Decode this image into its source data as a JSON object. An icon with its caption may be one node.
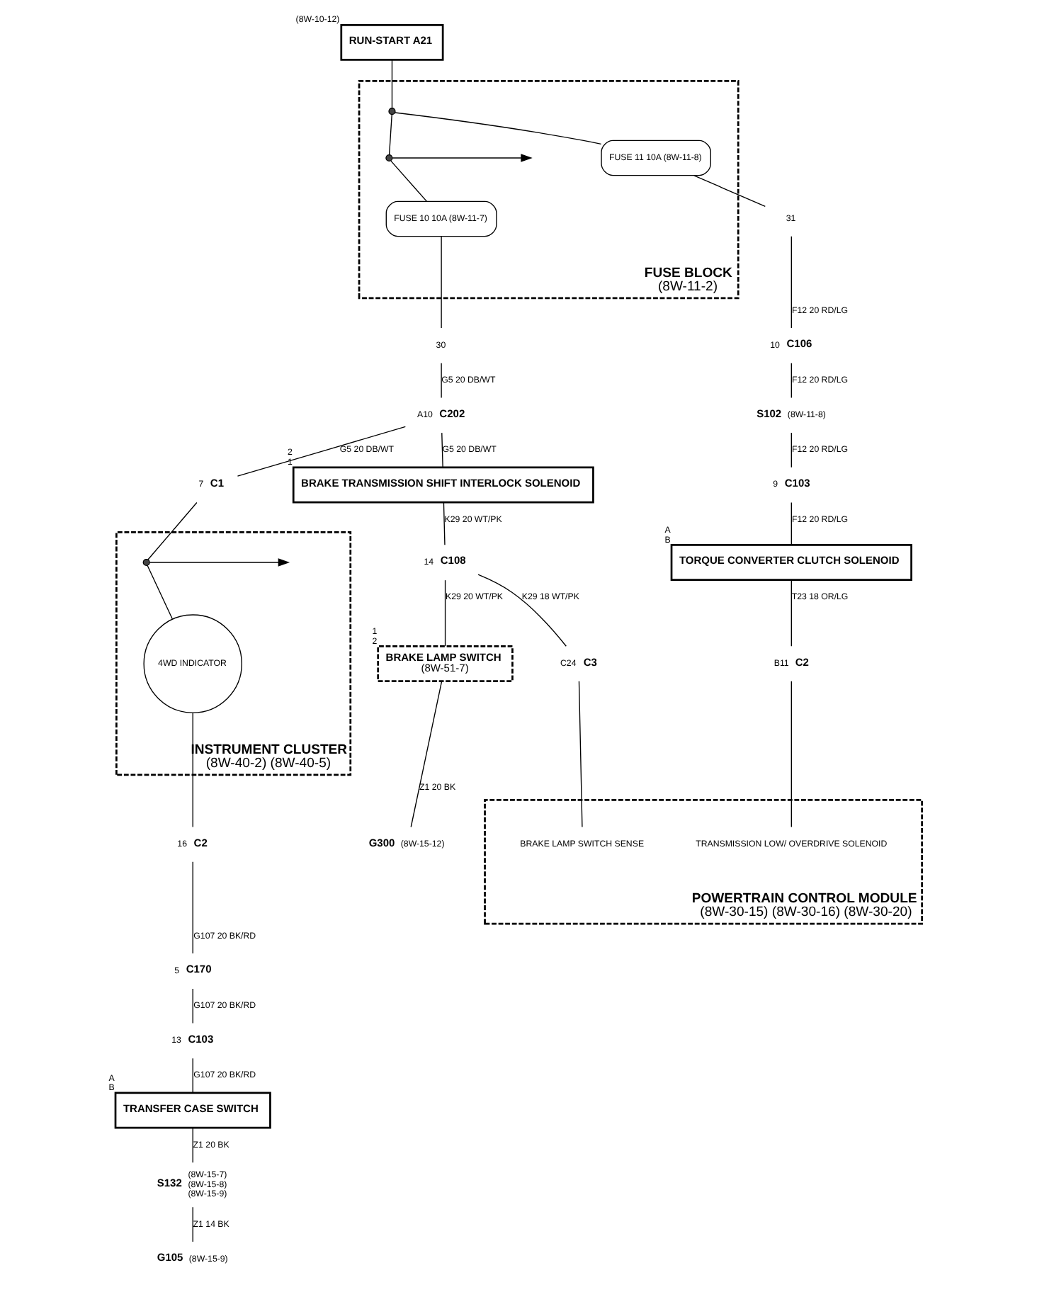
{
  "diagram": {
    "nodes": [
      {
        "text": [
          "RUN-START A21"
        ],
        "beside": [
          "(8W-10-12)"
        ]
      },
      {
        "text": [
          "FUSE BLOCK",
          "(8W-11-2)"
        ]
      },
      {
        "text": [],
        "shape": "circle",
        "in": 1
      },
      {
        "text": [],
        "shape": "circle",
        "in": 1
      },
      {
        "text": [
          "FUSE 11 10A (8W-11-8)"
        ],
        "in": 1
      },
      {
        "text": [
          "FUSE 10 10A (8W-11-7)"
        ],
        "in": 1
      },
      {
        "text": [
          "31"
        ]
      },
      {
        "text": [
          "30"
        ]
      },
      {
        "text": [
          "C106"
        ],
        "beside": [
          "10"
        ]
      },
      {
        "text": [
          "S102"
        ],
        "beside": [
          "(8W-11-8)"
        ]
      },
      {
        "text": [
          "C103"
        ],
        "beside": [
          "9"
        ]
      },
      {
        "text": [
          "TORQUE CONVERTER CLUTCH SOLENOID"
        ],
        "beside": [
          "A",
          "B"
        ]
      },
      {
        "text": [
          "C202"
        ],
        "beside": [
          "A10"
        ]
      },
      {
        "text": [
          "BRAKE TRANSMISSION SHIFT INTERLOCK SOLENOID"
        ],
        "beside": [
          "2",
          "1"
        ]
      },
      {
        "text": [
          "C108"
        ],
        "beside": [
          "14"
        ]
      },
      {
        "text": [
          "INSTRUMENT CLUSTER",
          "(8W-40-2) (8W-40-5)"
        ]
      },
      {
        "text": [
          "C1"
        ],
        "beside": [
          "7"
        ]
      },
      {
        "text": [],
        "shape": "circle",
        "in": 15
      },
      {
        "text": [
          "4WD INDICATOR"
        ],
        "in": 15
      },
      {
        "text": [
          "C2"
        ],
        "beside": [
          "16"
        ]
      },
      {
        "text": [
          "C170"
        ],
        "beside": [
          "5"
        ]
      },
      {
        "text": [
          "C103"
        ],
        "beside": [
          "13"
        ]
      },
      {
        "text": [
          "BRAKE LAMP SWITCH",
          "(8W-51-7)"
        ],
        "beside": [
          "1",
          "2"
        ]
      },
      {
        "text": [
          "TRANSFER CASE SWITCH"
        ],
        "beside": [
          "A",
          "B"
        ]
      },
      {
        "text": [
          "S132"
        ],
        "beside": [
          "(8W-15-7)",
          "(8W-15-8)",
          "(8W-15-9)"
        ]
      },
      {
        "text": [
          "G300"
        ],
        "beside": [
          "(8W-15-12)"
        ]
      },
      {
        "text": [
          "G105"
        ],
        "beside": [
          "(8W-15-9)"
        ]
      },
      {
        "text": [
          "POWERTRAIN CONTROL MODULE",
          "(8W-30-15) (8W-30-16) (8W-30-20)"
        ]
      },
      {
        "text": [
          "C2"
        ],
        "beside": [
          "B11"
        ]
      },
      {
        "text": [
          "C3"
        ],
        "beside": [
          "C24"
        ]
      },
      {
        "text": [
          "TRANSMISSION LOW/ OVERDRIVE SOLENOID"
        ],
        "in": 27
      },
      {
        "text": [
          "BRAKE LAMP SWITCH SENSE"
        ],
        "in": 27
      }
    ],
    "edges": [
      {
        "from": 0,
        "to": 2,
        "arrow": "none"
      },
      {
        "from": 2,
        "to": 4,
        "arrow": "none"
      },
      {
        "from": 2,
        "to": 3,
        "arrow": "none"
      },
      {
        "from": 3,
        "to": null,
        "arrow": "to"
      },
      {
        "from": 3,
        "to": 5,
        "arrow": "none"
      },
      {
        "from": 4,
        "to": 6,
        "arrow": "none"
      },
      {
        "from": 5,
        "to": 7,
        "arrow": "none"
      },
      {
        "from": 6,
        "to": 8,
        "arrow": "none",
        "label": "F12 20 RD/LG"
      },
      {
        "from": 8,
        "to": 9,
        "arrow": "none",
        "label": "F12 20 RD/LG"
      },
      {
        "from": 9,
        "to": 10,
        "arrow": "none",
        "label": "F12 20 RD/LG"
      },
      {
        "from": 10,
        "to": 11,
        "arrow": "none",
        "label": "F12 20 RD/LG"
      },
      {
        "from": 11,
        "to": 28,
        "arrow": "none",
        "label": "T23 18 OR/LG"
      },
      {
        "from": 7,
        "to": 12,
        "arrow": "none",
        "label": "G5 20 DB/WT"
      },
      {
        "from": 12,
        "to": 13,
        "arrow": "none",
        "label": "G5 20 DB/WT"
      },
      {
        "from": 12,
        "to": 16,
        "arrow": "none",
        "label": "G5 20 DB/WT"
      },
      {
        "from": 13,
        "to": 14,
        "arrow": "none",
        "label": "K29 20 WT/PK"
      },
      {
        "from": 14,
        "to": 22,
        "arrow": "none",
        "label": "K29 20 WT/PK"
      },
      {
        "from": 14,
        "to": 29,
        "arrow": "none",
        "label": "K29 18 WT/PK"
      },
      {
        "from": 16,
        "to": 17,
        "arrow": "none"
      },
      {
        "from": 17,
        "to": null,
        "arrow": "to"
      },
      {
        "from": 17,
        "to": 18,
        "arrow": "none"
      },
      {
        "from": 18,
        "to": 19,
        "arrow": "none"
      },
      {
        "from": 19,
        "to": 20,
        "arrow": "none",
        "label": "G107 20 BK/RD"
      },
      {
        "from": 20,
        "to": 21,
        "arrow": "none",
        "label": "G107 20 BK/RD"
      },
      {
        "from": 21,
        "to": 23,
        "arrow": "none",
        "label": "G107 20 BK/RD"
      },
      {
        "from": 22,
        "to": 25,
        "arrow": "none",
        "label": "Z1 20 BK"
      },
      {
        "from": 23,
        "to": 24,
        "arrow": "none",
        "label": "Z1 20 BK"
      },
      {
        "from": 24,
        "to": 26,
        "arrow": "none",
        "label": "Z1 14 BK"
      },
      {
        "from": 28,
        "to": 30,
        "arrow": "none"
      },
      {
        "from": 29,
        "to": 31,
        "arrow": "none"
      }
    ]
  }
}
